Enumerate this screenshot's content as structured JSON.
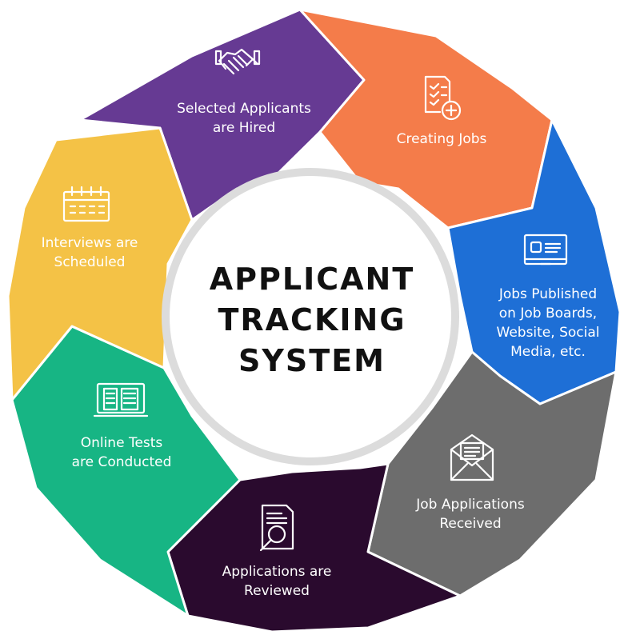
{
  "center": {
    "title_lines": [
      "APPLICANT",
      "TRACKING",
      "SYSTEM"
    ]
  },
  "steps": [
    {
      "id": "creating-jobs",
      "label_lines": [
        "Creating Jobs"
      ],
      "color": "#F47C4A",
      "icon": "document-plus-icon"
    },
    {
      "id": "jobs-published",
      "label_lines": [
        "Jobs Published",
        "on Job Boards,",
        "Website, Social",
        "Media, etc."
      ],
      "color": "#1E6FD6",
      "icon": "monitor-icon"
    },
    {
      "id": "applications-received",
      "label_lines": [
        "Job Applications",
        "Received"
      ],
      "color": "#6D6D6D",
      "icon": "envelope-icon"
    },
    {
      "id": "applications-reviewed",
      "label_lines": [
        "Applications are",
        "Reviewed"
      ],
      "color": "#2A0A2E",
      "icon": "document-magnifier-icon"
    },
    {
      "id": "tests-conducted",
      "label_lines": [
        "Online Tests",
        "are Conducted"
      ],
      "color": "#17B584",
      "icon": "laptop-documents-icon"
    },
    {
      "id": "interviews-scheduled",
      "label_lines": [
        "Interviews are",
        "Scheduled"
      ],
      "color": "#F4C246",
      "icon": "calendar-icon"
    },
    {
      "id": "applicants-hired",
      "label_lines": [
        "Selected Applicants",
        "are Hired"
      ],
      "color": "#663A93",
      "icon": "handshake-icon"
    }
  ]
}
